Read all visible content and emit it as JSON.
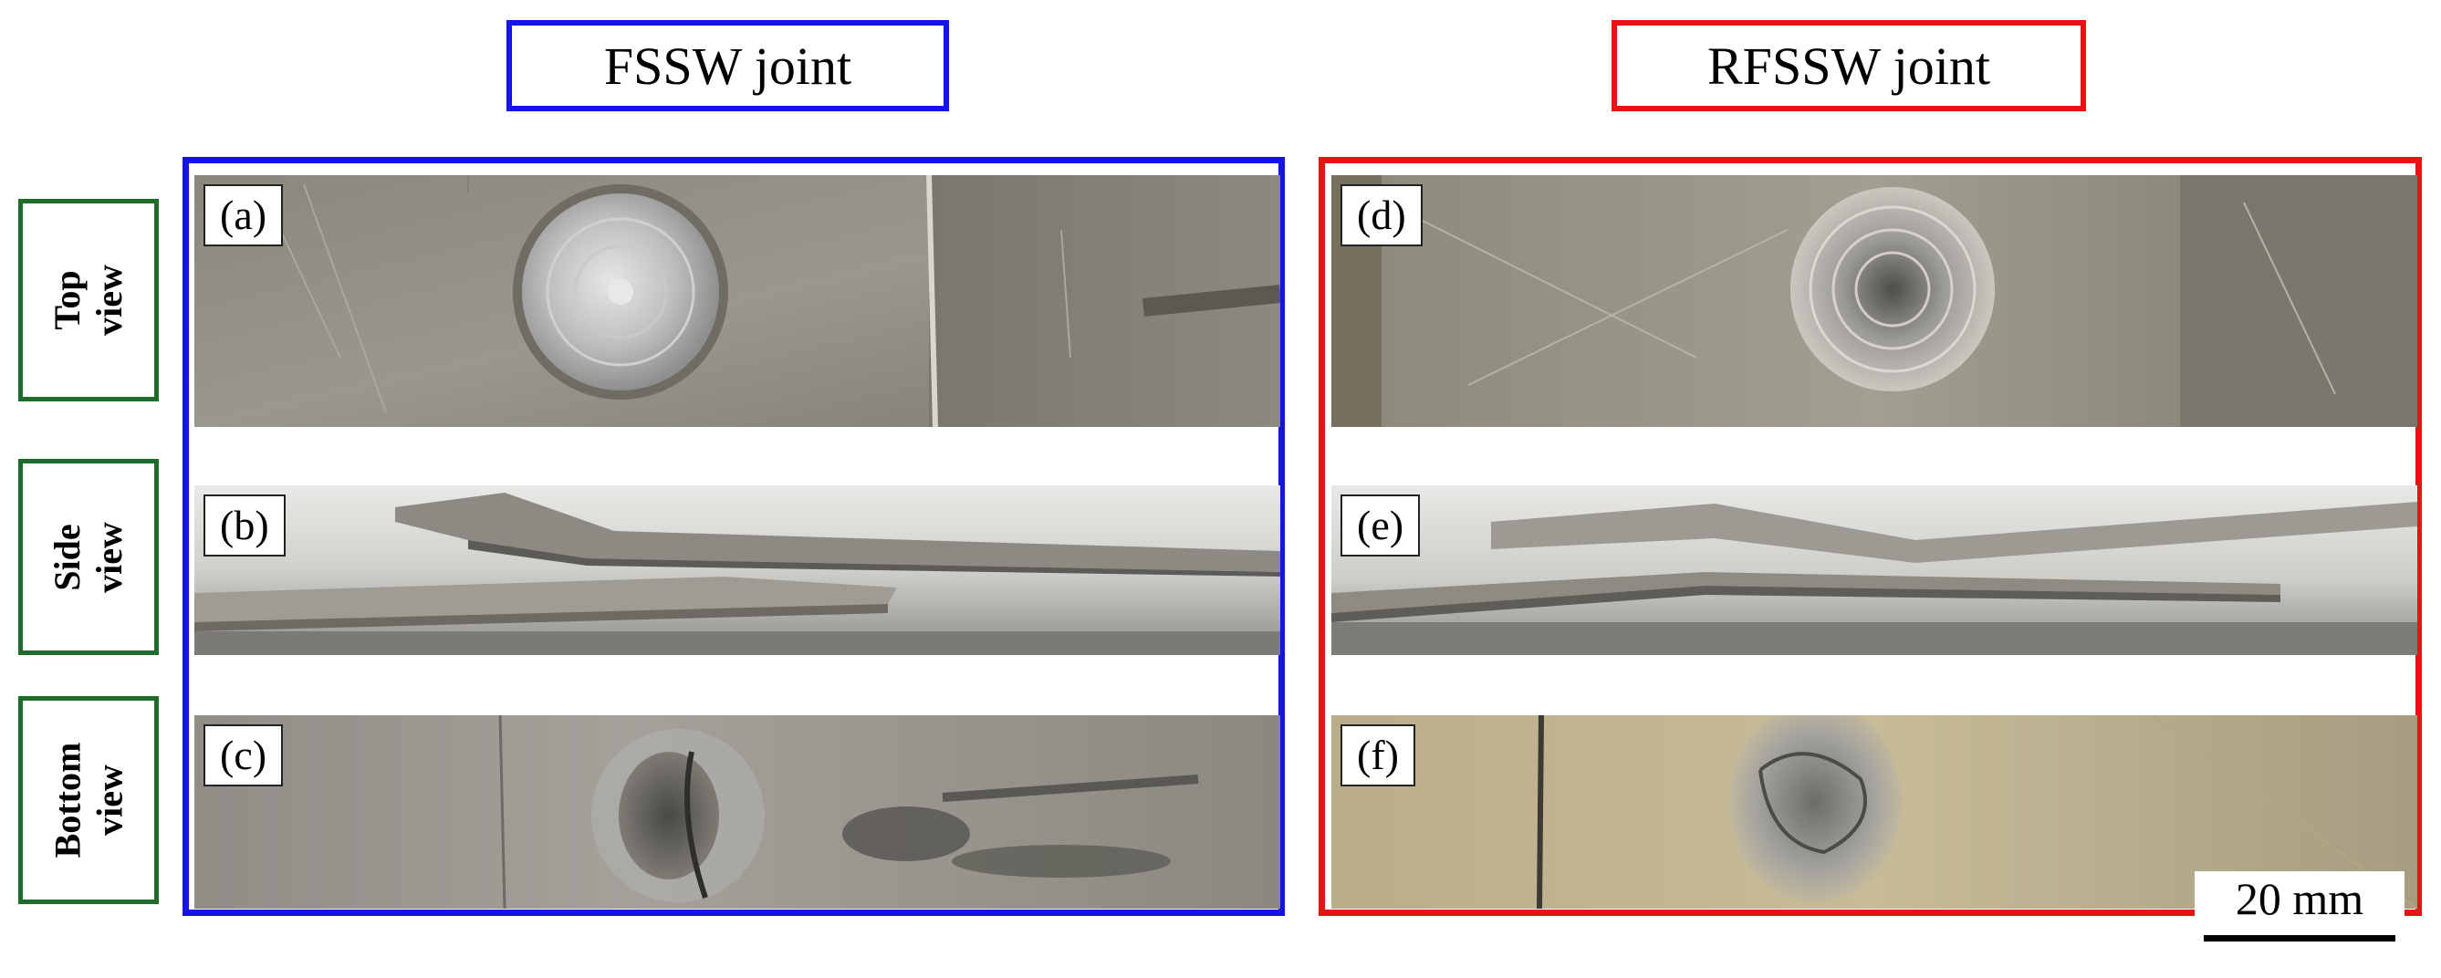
{
  "titles": {
    "fssw": "FSSW joint",
    "rfssw": "RFSSW joint"
  },
  "row_labels": {
    "top": [
      "Top",
      "view"
    ],
    "side": [
      "Side",
      "view"
    ],
    "bottom": [
      "Bottom",
      "view"
    ]
  },
  "panels": {
    "a": "(a)",
    "b": "(b)",
    "c": "(c)",
    "d": "(d)",
    "e": "(e)",
    "f": "(f)"
  },
  "scale_bar": "20 mm",
  "colors": {
    "fssw_frame": "#1414e6",
    "rfssw_frame": "#e61414",
    "row_label_border": "#1e6b2a"
  }
}
